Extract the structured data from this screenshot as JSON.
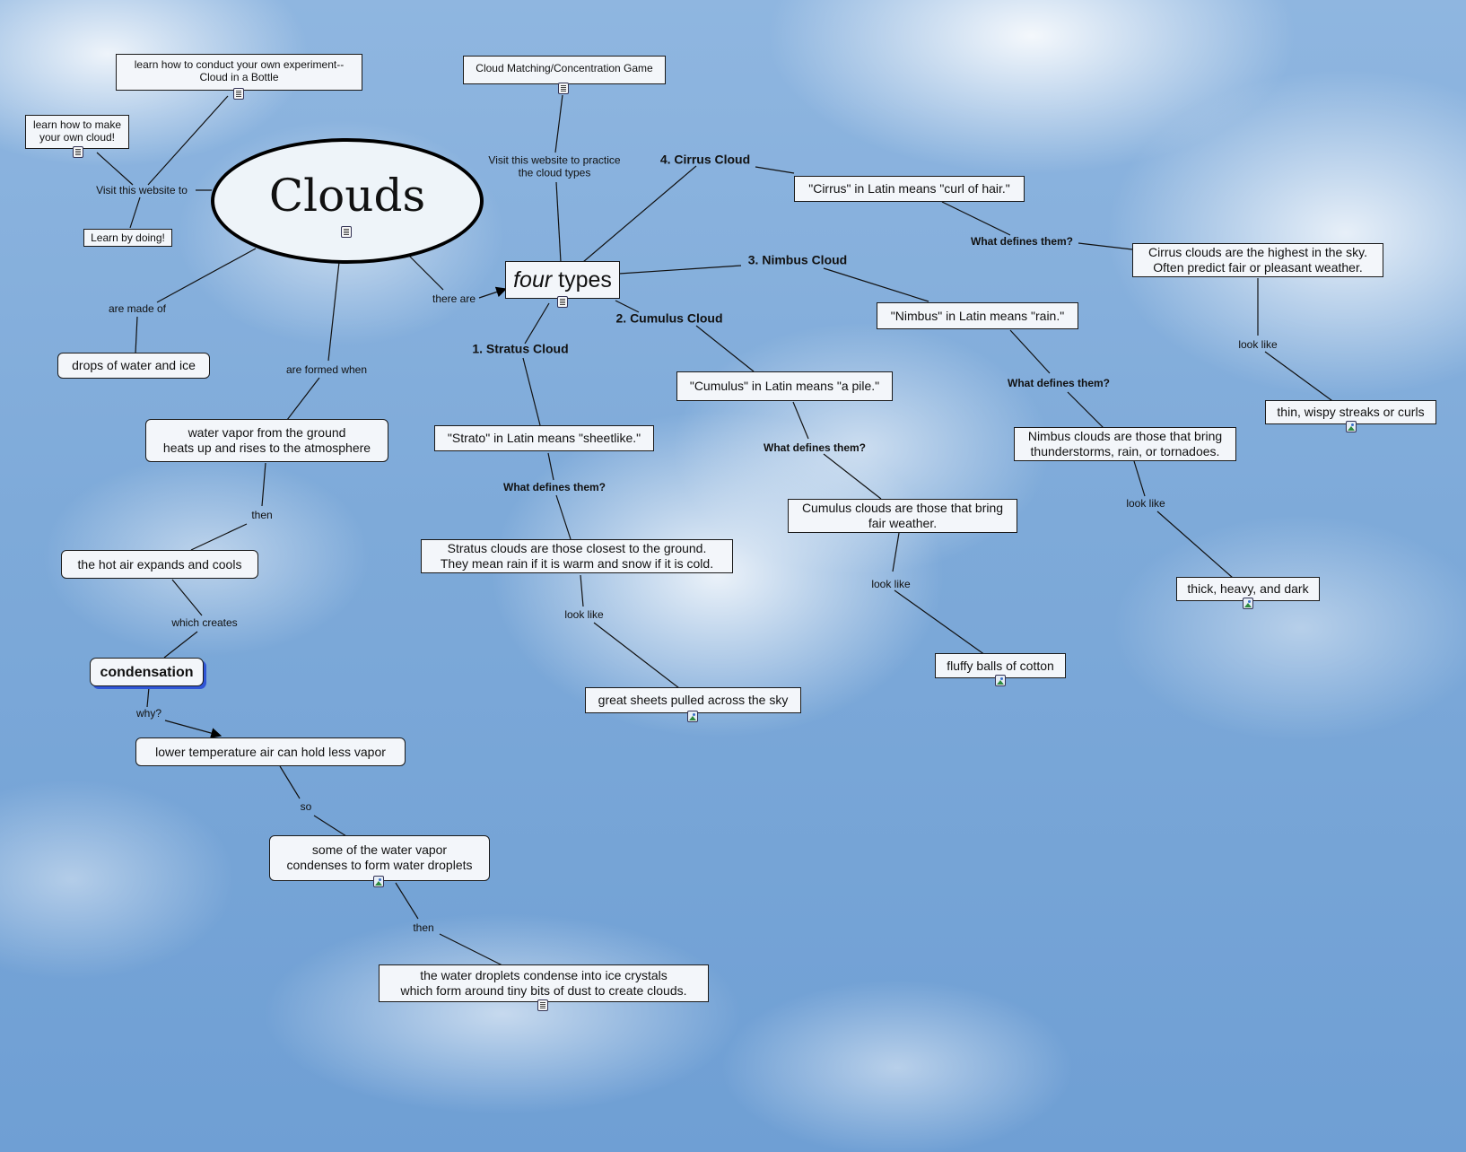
{
  "map": {
    "title": "Clouds",
    "center_icon": "document-icon",
    "four_types_em": "four",
    "four_types_rest": " types",
    "nodes": {
      "experiment": "learn how to conduct your own experiment--\nCloud in a Bottle",
      "make_cloud": "learn how to make\nyour own cloud!",
      "learn_doing": "Learn by doing!",
      "matching_game": "Cloud Matching/Concentration Game",
      "drops": "drops of water and ice",
      "vapor": "water vapor from the ground\nheats up and rises to the atmosphere",
      "hot_air": "the hot air expands and cools",
      "condensation": "condensation",
      "lower_temp": "lower temperature air can hold less vapor",
      "some_vapor": "some of the water vapor\ncondenses to form water droplets",
      "ice_crystals": "the water droplets condense into ice crystals\nwhich form around tiny bits of dust to create clouds.",
      "strato_latin": "\"Strato\" in Latin means \"sheetlike.\"",
      "stratus_def": "Stratus clouds are those closest to the ground.\nThey mean rain if it is warm and snow if it is cold.",
      "great_sheets": "great sheets pulled across the sky",
      "cumulus_latin": "\"Cumulus\" in Latin means \"a pile.\"",
      "cumulus_def": "Cumulus clouds are those that bring\nfair weather.",
      "fluffy": "fluffy balls of cotton",
      "nimbus_latin": "\"Nimbus\" in Latin means \"rain.\"",
      "nimbus_def": "Nimbus clouds are those that bring\nthunderstorms, rain, or tornadoes.",
      "thick": "thick, heavy, and dark",
      "cirrus_latin": "\"Cirrus\" in Latin means \"curl of hair.\"",
      "cirrus_def": "Cirrus clouds are the highest in the sky.\nOften predict fair or pleasant weather.",
      "wispy": "thin, wispy streaks or curls"
    },
    "labels": {
      "visit_website": "Visit this website to",
      "visit_practice": "Visit this website to practice\nthe cloud types",
      "are_made_of": "are made of",
      "are_formed_when": "are formed when",
      "there_are": "there are",
      "then_1": "then",
      "which_creates": "which creates",
      "why": "why?",
      "so": "so",
      "then_2": "then",
      "stratus_type": "1. Stratus Cloud",
      "cumulus_type": "2. Cumulus Cloud",
      "nimbus_type": "3. Nimbus Cloud",
      "cirrus_type": "4. Cirrus Cloud",
      "what_defines_1": "What defines them?",
      "what_defines_2": "What defines them?",
      "what_defines_3": "What defines them?",
      "what_defines_4": "What defines them?",
      "look_like_1": "look like",
      "look_like_2": "look like",
      "look_like_3": "look like",
      "look_like_4": "look like"
    },
    "colors": {
      "sky_top": "#8fb6e0",
      "sky_bottom": "#6f9fd4",
      "condensation_shadow": "#2f55d6"
    }
  }
}
